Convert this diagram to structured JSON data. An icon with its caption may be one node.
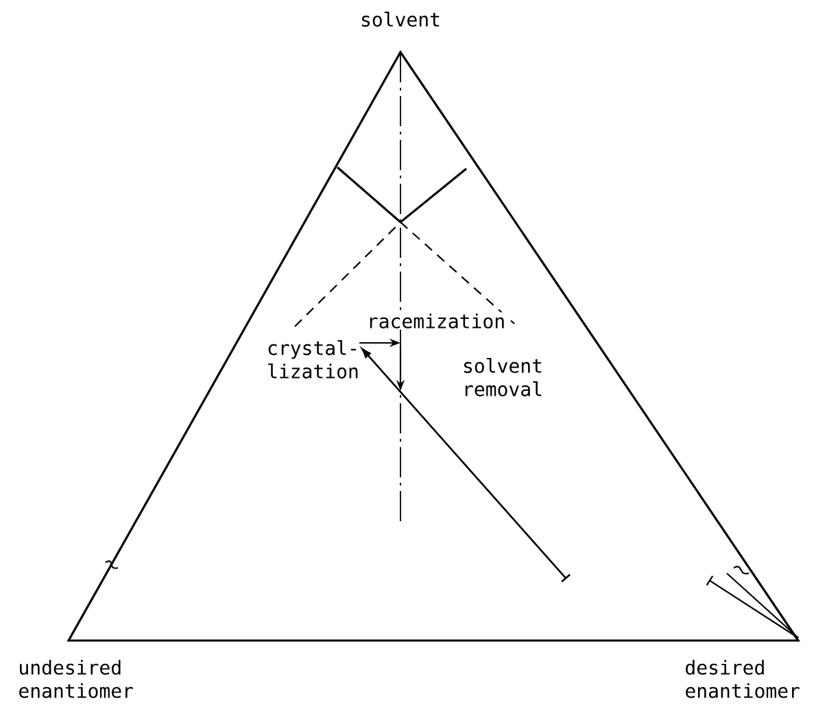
{
  "diagram": {
    "labels": [
      "solvent",
      "racemization",
      "crystal- lization",
      "solvent removal",
      "undesired enantiomer",
      "desired enantiomer"
    ]
  }
}
